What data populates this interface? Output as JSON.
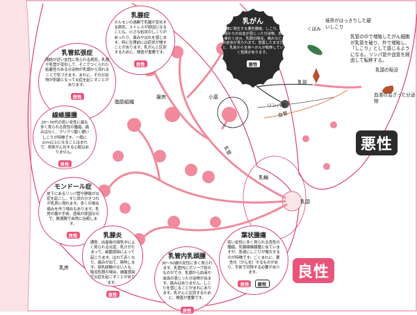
{
  "labels": {
    "fat": "脂肪組織",
    "acinus": "腺房",
    "lobule": "小葉",
    "duct": "乳管",
    "areola": "乳輪",
    "nipple": "乳頭",
    "breast": "乳房",
    "lymph": "リンパ管",
    "vessel": "血管",
    "duct_malignant": "乳管"
  },
  "benign": [
    {
      "title": "乳腺症",
      "text": "ホルモンの過剰で乳腺が変化する病気。ストレスが原因になることも。小さな粒状のしこりがあったり、痛みやはれを感じます。特に生理前には症状が増すことがあります。乳がんと区別するために、検査が重要です。",
      "badges": [
        "良性"
      ]
    },
    {
      "title": "乳管拡張症",
      "text": "閉経が近い女性に見られる病気。乳頭や乳管が変形して、そこでつくられた粘着性のある分泌物が乳頭から流れることで気づきます。まれに、その分泌物が刺激となって炎症を起こすことがあります。",
      "badges": [
        "良性"
      ]
    },
    {
      "title": "線維腺腫",
      "text": "20～30代の若い女性に最も多く見られる良性の腫瘍。痛みはなく、クリクリ動く硬いしこりが特徴です。一般に2cm以上になることはまれで、将来がん化する心配はありません。",
      "badges": [
        "良性"
      ]
    },
    {
      "title": "モンドール症",
      "text": "皮下にあるリンパ管や静脈が炎症を起こし、すじ状のひきつれが乳房に現れます。多くの場合痛みを伴う場合もあります。乳房の傷や手術、感染が原因なので、数週間で自然に治癒します。",
      "badges": [
        "良性"
      ]
    },
    {
      "title": "乳腺炎",
      "text": "通常、出産後の授乳中によく見られる炎症。乳汁がたまって、細菌感染によって起こります。はれて赤くなり、痛みが出て、発熱します。授乳経験のない人も、陥没乳頭の場合、細菌感染で炎症を起こすことがあります。",
      "badges": [
        "良性"
      ]
    },
    {
      "title": "乳管内乳頭腫",
      "text": "30～50歳の女性に多く見られます。乳管内にポリープ状のものができ、乳頭から血液や血液の混じった分泌物が出ます。痛みはありません。しこりを感じることがまれにあります。乳がんと区別するために、検査が重要です。",
      "badges": [
        "良性"
      ]
    },
    {
      "title": "葉状腫瘍",
      "text": "若い女性に多く見られる良性の腫瘍。乳腺線維腺腫と似ていますが、急速にしこりが増大するのが特徴です。ごくまれに、悪性化（がん化）するものがあり、手術で切除する必要があります。",
      "badges": [
        "良性",
        "悪性"
      ]
    }
  ],
  "cancer": {
    "title": "乳がん",
    "text": "乳腺に発生する悪性腫瘍。しこり、乳頭からの出血が混じった分泌物、皮膚のくぼみ、乳頭の陥没、痛みなどの症状が見られます。放置したままだと、乳房から全身へがんが転移していく危険があります。",
    "badge": "悪性"
  },
  "annotations": {
    "hard_lump": "境界がはっきりした硬いしこり",
    "dimple": "くぼみ",
    "spread": "乳管の中で増殖したがん細胞が乳管を破り、外で増殖し、「しこり」として感じるようになる。リンパ管や血管を経由して転移する。",
    "retraction": "乳頭の陥没",
    "bloody": "血液の混ざった分泌物"
  },
  "section": {
    "malignant": "悪性",
    "benign": "良性"
  },
  "colors": {
    "benign": "#e9557a",
    "gland": "#f08a9c",
    "outline": "#d9436a",
    "malignant": "#2b2b2b",
    "chest": "#fbe3e8"
  }
}
